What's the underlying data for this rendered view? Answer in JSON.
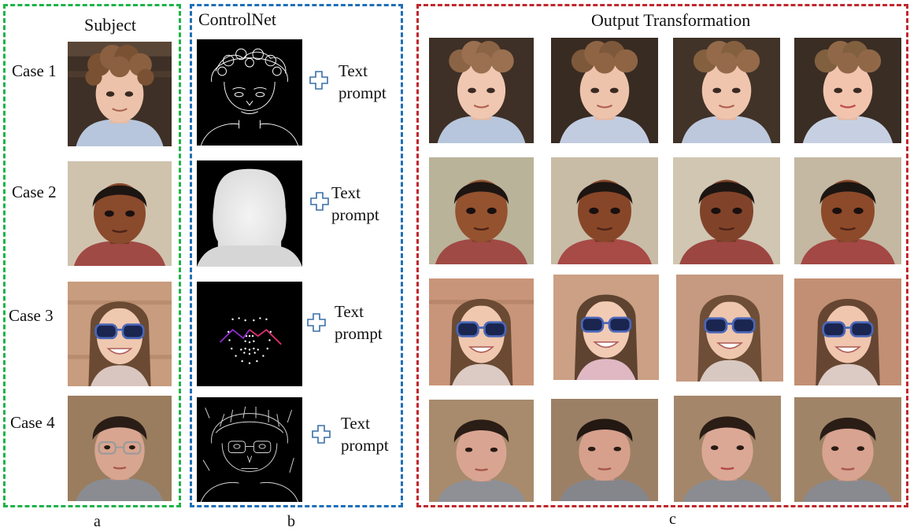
{
  "panels": {
    "a": {
      "title": "Subject",
      "label": "a"
    },
    "b": {
      "title": "ControlNet",
      "label": "b"
    },
    "c": {
      "title": "Output Transformation",
      "label": "c"
    }
  },
  "cases": [
    {
      "label": "Case 1",
      "control": "canny-edge-map",
      "text_prompt": [
        "Text",
        "prompt"
      ]
    },
    {
      "label": "Case 2",
      "control": "depth-map",
      "text_prompt": [
        "Text",
        "prompt"
      ]
    },
    {
      "label": "Case 3",
      "control": "facial-landmark-map",
      "text_prompt": [
        "Text",
        "prompt"
      ]
    },
    {
      "label": "Case 4",
      "control": "edge-detail-map",
      "text_prompt": [
        "Text",
        "prompt"
      ]
    }
  ],
  "colors": {
    "panel_a_border": "#1db34a",
    "panel_b_border": "#1f6fb8",
    "panel_c_border": "#c0272d",
    "plus_icon": "#3a6ea8"
  },
  "icons": [
    "plus-icon"
  ]
}
